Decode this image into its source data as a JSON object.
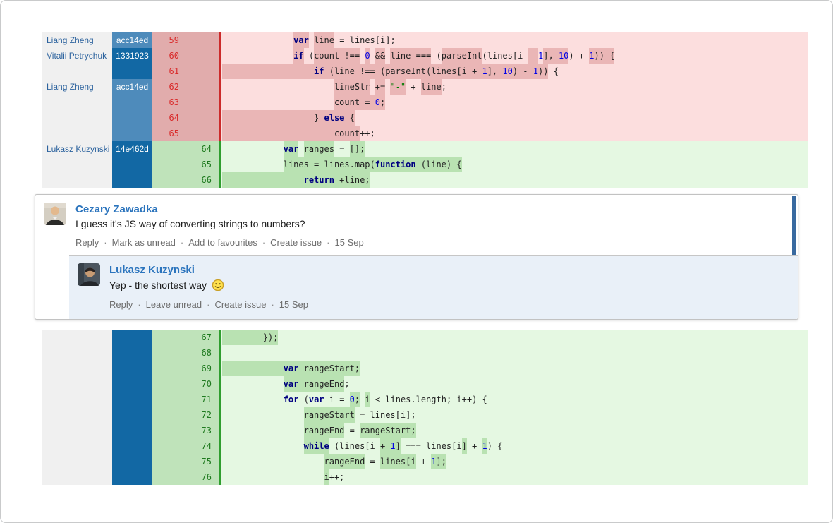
{
  "colors": {
    "del_code_bg": "#fcdede",
    "del_highlight": "#eab6b6",
    "del_gutter_bg": "#e1acac",
    "del_line_number": "#d92b2b",
    "del_separator": "#cc2a2a",
    "add_code_bg": "#e5f8e2",
    "add_highlight": "#b9e2b2",
    "add_gutter_bg": "#bfe3ba",
    "add_line_number": "#1f7a1f",
    "add_separator": "#2f9e2f",
    "hash_light": "#4e8bbb",
    "hash_dark": "#1268a4",
    "author_link": "#2d639e",
    "keyword": "#000080",
    "number": "#0000e6",
    "string": "#007a00",
    "comment_author": "#2b74bd",
    "reply_bg": "#e9f0f8",
    "unread_bar": "#38699f",
    "action_link": "#6e6e6e"
  },
  "diff": {
    "blocks": [
      {
        "kind": "del",
        "rows": [
          {
            "old": "59",
            "new": "",
            "author": "Liang Zheng",
            "hash": {
              "label": "acc14ed",
              "shade": "light",
              "show": true
            },
            "bar": false,
            "code": [
              {
                "t": "              "
              },
              {
                "t": "var",
                "c": "k",
                "h": true
              },
              {
                "t": " "
              },
              {
                "t": "line",
                "h": true
              },
              {
                "t": " = lines[i];"
              }
            ]
          },
          {
            "old": "60",
            "new": "",
            "author": "Vitalii Petrychuk",
            "hash": {
              "label": "1331923",
              "shade": "dark",
              "show": true
            },
            "bar": false,
            "code": [
              {
                "t": "              "
              },
              {
                "t": "if",
                "c": "k",
                "h": true
              },
              {
                "t": " ("
              },
              {
                "t": "count !==",
                "h": true
              },
              {
                "t": " "
              },
              {
                "t": "0",
                "c": "n",
                "h": true
              },
              {
                "t": " "
              },
              {
                "t": "&&",
                "h": true
              },
              {
                "t": " "
              },
              {
                "t": "line ===",
                "h": true
              },
              {
                "t": " ("
              },
              {
                "t": "parseInt",
                "h": true
              },
              {
                "t": "(lines[i "
              },
              {
                "t": "- ",
                "h": true
              },
              {
                "t": "1",
                "c": "n"
              },
              {
                "t": "], ",
                "h": true
              },
              {
                "t": "10",
                "c": "n",
                "h": true
              },
              {
                "t": ") + "
              },
              {
                "t": "1",
                "c": "n",
                "h": true
              },
              {
                "t": ")) {",
                "h": true
              }
            ]
          },
          {
            "old": "61",
            "new": "",
            "hash": {
              "label": "",
              "shade": "dark",
              "show": false
            },
            "bar": true,
            "code": [
              {
                "t": "                  "
              },
              {
                "t": "if",
                "c": "k"
              },
              {
                "t": " (line !== (parseInt(lines[i + "
              },
              {
                "t": "1",
                "c": "n"
              },
              {
                "t": "], "
              },
              {
                "t": "10",
                "c": "n"
              },
              {
                "t": ") - "
              },
              {
                "t": "1",
                "c": "n"
              },
              {
                "t": "))"
              }
            ],
            "tail": [
              {
                "t": " {"
              }
            ]
          },
          {
            "old": "62",
            "new": "",
            "author": "Liang Zheng",
            "hash": {
              "label": "acc14ed",
              "shade": "light",
              "show": true
            },
            "bar": false,
            "code": [
              {
                "t": "                      "
              },
              {
                "t": "lineStr",
                "h": true
              },
              {
                "t": " "
              },
              {
                "t": "+=",
                "h": true
              },
              {
                "t": " "
              },
              {
                "t": "\"-\"",
                "c": "s",
                "h": true
              },
              {
                "t": " + "
              },
              {
                "t": "line",
                "h": true
              },
              {
                "t": ";"
              }
            ]
          },
          {
            "old": "63",
            "new": "",
            "hash": {
              "label": "",
              "shade": "light",
              "show": false
            },
            "bar": false,
            "code": [
              {
                "t": "                      "
              },
              {
                "t": "count = ",
                "h": true
              },
              {
                "t": "0",
                "c": "n",
                "h": true
              },
              {
                "t": ";",
                "h": true
              }
            ]
          },
          {
            "old": "64",
            "new": "",
            "hash": {
              "label": "",
              "shade": "light",
              "show": false
            },
            "bar": true,
            "code": [
              {
                "t": "                  "
              },
              {
                "t": "} "
              },
              {
                "t": "else",
                "c": "k"
              },
              {
                "t": " {"
              }
            ]
          },
          {
            "old": "65",
            "new": "",
            "hash": {
              "label": "",
              "shade": "light",
              "show": false
            },
            "bar": true,
            "code": [
              {
                "t": "                      "
              },
              {
                "t": "count"
              }
            ],
            "tail": [
              {
                "t": "++;"
              }
            ]
          }
        ]
      },
      {
        "kind": "add",
        "rows": [
          {
            "old": "",
            "new": "64",
            "author": "Lukasz Kuzynski",
            "hash": {
              "label": "14e462d",
              "shade": "dark",
              "show": true
            },
            "bar": false,
            "code": [
              {
                "t": "            "
              },
              {
                "t": "var",
                "c": "k",
                "h": true
              },
              {
                "t": " "
              },
              {
                "t": "ranges",
                "h": true
              },
              {
                "t": " = "
              },
              {
                "t": "[];",
                "h": true
              }
            ]
          },
          {
            "old": "",
            "new": "65",
            "hash": {
              "label": "",
              "shade": "dark",
              "show": false
            },
            "bar": false,
            "code": [
              {
                "t": "            "
              },
              {
                "t": "lines = lines.map(",
                "h": true
              },
              {
                "t": "function",
                "c": "k",
                "h": true
              },
              {
                "t": " (line) {",
                "h": true
              }
            ]
          },
          {
            "old": "",
            "new": "66",
            "hash": {
              "label": "",
              "shade": "dark",
              "show": false
            },
            "bar": true,
            "code": [
              {
                "t": "                "
              },
              {
                "t": "return",
                "c": "k"
              },
              {
                "t": " +line;"
              }
            ]
          }
        ]
      },
      {
        "kind": "add",
        "rows": [
          {
            "old": "",
            "new": "67",
            "hash": {
              "label": "",
              "shade": "dark",
              "show": false
            },
            "bar": true,
            "code": [
              {
                "t": "        "
              },
              {
                "t": "});"
              }
            ]
          },
          {
            "old": "",
            "new": "68",
            "hash": {
              "label": "",
              "shade": "dark",
              "show": false
            },
            "bar": false,
            "code": []
          },
          {
            "old": "",
            "new": "69",
            "hash": {
              "label": "",
              "shade": "dark",
              "show": false
            },
            "bar": true,
            "code": [
              {
                "t": "            "
              },
              {
                "t": "var",
                "c": "k"
              },
              {
                "t": " rangeStart;"
              }
            ]
          },
          {
            "old": "",
            "new": "70",
            "hash": {
              "label": "",
              "shade": "dark",
              "show": false
            },
            "bar": false,
            "code": [
              {
                "t": "            "
              },
              {
                "t": "var",
                "c": "k",
                "h": true
              },
              {
                "t": " rangeEnd",
                "h": true
              },
              {
                "t": ";"
              }
            ]
          },
          {
            "old": "",
            "new": "71",
            "hash": {
              "label": "",
              "shade": "dark",
              "show": false
            },
            "bar": false,
            "code": [
              {
                "t": "            "
              },
              {
                "t": "for",
                "c": "k"
              },
              {
                "t": " ("
              },
              {
                "t": "var",
                "c": "k"
              },
              {
                "t": " i = "
              },
              {
                "t": "0",
                "c": "n",
                "h": true
              },
              {
                "t": ";",
                "h": true
              },
              {
                "t": " "
              },
              {
                "t": "i",
                "h": true
              },
              {
                "t": " < lines.length; i++) {"
              }
            ]
          },
          {
            "old": "",
            "new": "72",
            "hash": {
              "label": "",
              "shade": "dark",
              "show": false
            },
            "bar": false,
            "code": [
              {
                "t": "                "
              },
              {
                "t": "rangeStart",
                "h": true
              },
              {
                "t": " = lines[i];"
              }
            ]
          },
          {
            "old": "",
            "new": "73",
            "hash": {
              "label": "",
              "shade": "dark",
              "show": false
            },
            "bar": false,
            "code": [
              {
                "t": "                "
              },
              {
                "t": "rangeEnd",
                "h": true
              },
              {
                "t": " = "
              },
              {
                "t": "rangeStart;",
                "h": true
              }
            ]
          },
          {
            "old": "",
            "new": "74",
            "hash": {
              "label": "",
              "shade": "dark",
              "show": false
            },
            "bar": false,
            "code": [
              {
                "t": "                "
              },
              {
                "t": "while",
                "c": "k",
                "h": true
              },
              {
                "t": " (lines[i "
              },
              {
                "t": "+ ",
                "h": true
              },
              {
                "t": "1",
                "c": "n",
                "h": true
              },
              {
                "t": "]",
                "h": true
              },
              {
                "t": " === lines[i"
              },
              {
                "t": "]",
                "h": true
              },
              {
                "t": " + "
              },
              {
                "t": "1",
                "c": "n",
                "h": true
              },
              {
                "t": ") {"
              }
            ]
          },
          {
            "old": "",
            "new": "75",
            "hash": {
              "label": "",
              "shade": "dark",
              "show": false
            },
            "bar": false,
            "code": [
              {
                "t": "                    "
              },
              {
                "t": "rangeEnd",
                "h": true
              },
              {
                "t": " = "
              },
              {
                "t": "lines[i",
                "h": true
              },
              {
                "t": " + "
              },
              {
                "t": "1",
                "c": "n",
                "h": true
              },
              {
                "t": "];",
                "h": true
              }
            ]
          },
          {
            "old": "",
            "new": "76",
            "hash": {
              "label": "",
              "shade": "dark",
              "show": false
            },
            "bar": false,
            "code": [
              {
                "t": "                    "
              },
              {
                "t": "i",
                "h": true
              },
              {
                "t": "++;"
              }
            ]
          }
        ]
      }
    ]
  },
  "comments": {
    "main": {
      "author": "Cezary Zawadka",
      "body": "I guess it's JS way of converting strings to numbers?",
      "actions": [
        "Reply",
        "Mark as unread",
        "Add to favourites",
        "Create issue"
      ],
      "date": "15 Sep"
    },
    "reply": {
      "author": "Lukasz Kuzynski",
      "body": "Yep - the shortest way",
      "actions": [
        "Reply",
        "Leave unread",
        "Create issue"
      ],
      "date": "15 Sep"
    }
  }
}
